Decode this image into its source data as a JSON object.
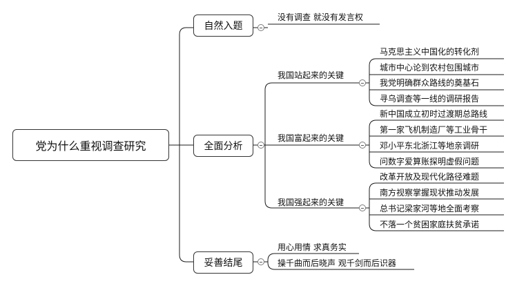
{
  "root": {
    "label": "党为什么重视调查研究"
  },
  "branches": [
    {
      "label": "自然入题",
      "note": "没有调查 就没有发言权"
    },
    {
      "label": "全面分析",
      "subs": [
        {
          "label": "我国站起来的关键",
          "items": [
            "马克思主义中国化的转化剂",
            "城市中心论到农村包围城市",
            "我党明确群众路线的奠基石",
            "寻乌调查等一线的调研报告"
          ]
        },
        {
          "label": "我国富起来的关键",
          "items": [
            "新中国成立初时过渡期总路线",
            "第一家飞机制造厂等工业骨干",
            "邓小平东北浙江等地亲调研",
            "问数字爱算账探明虚假问题"
          ]
        },
        {
          "label": "我国强起来的关键",
          "items": [
            "改革开放及现代化路径难题",
            "南方视察掌握现状推动发展",
            "总书记梁家河等地全面考察",
            "不落一个贫困家庭扶贫承诺"
          ]
        }
      ]
    },
    {
      "label": "妥善结尾",
      "notes": [
        "用心用情 求真务实",
        "操千曲而后晓声 观千剑而后识器"
      ]
    }
  ]
}
